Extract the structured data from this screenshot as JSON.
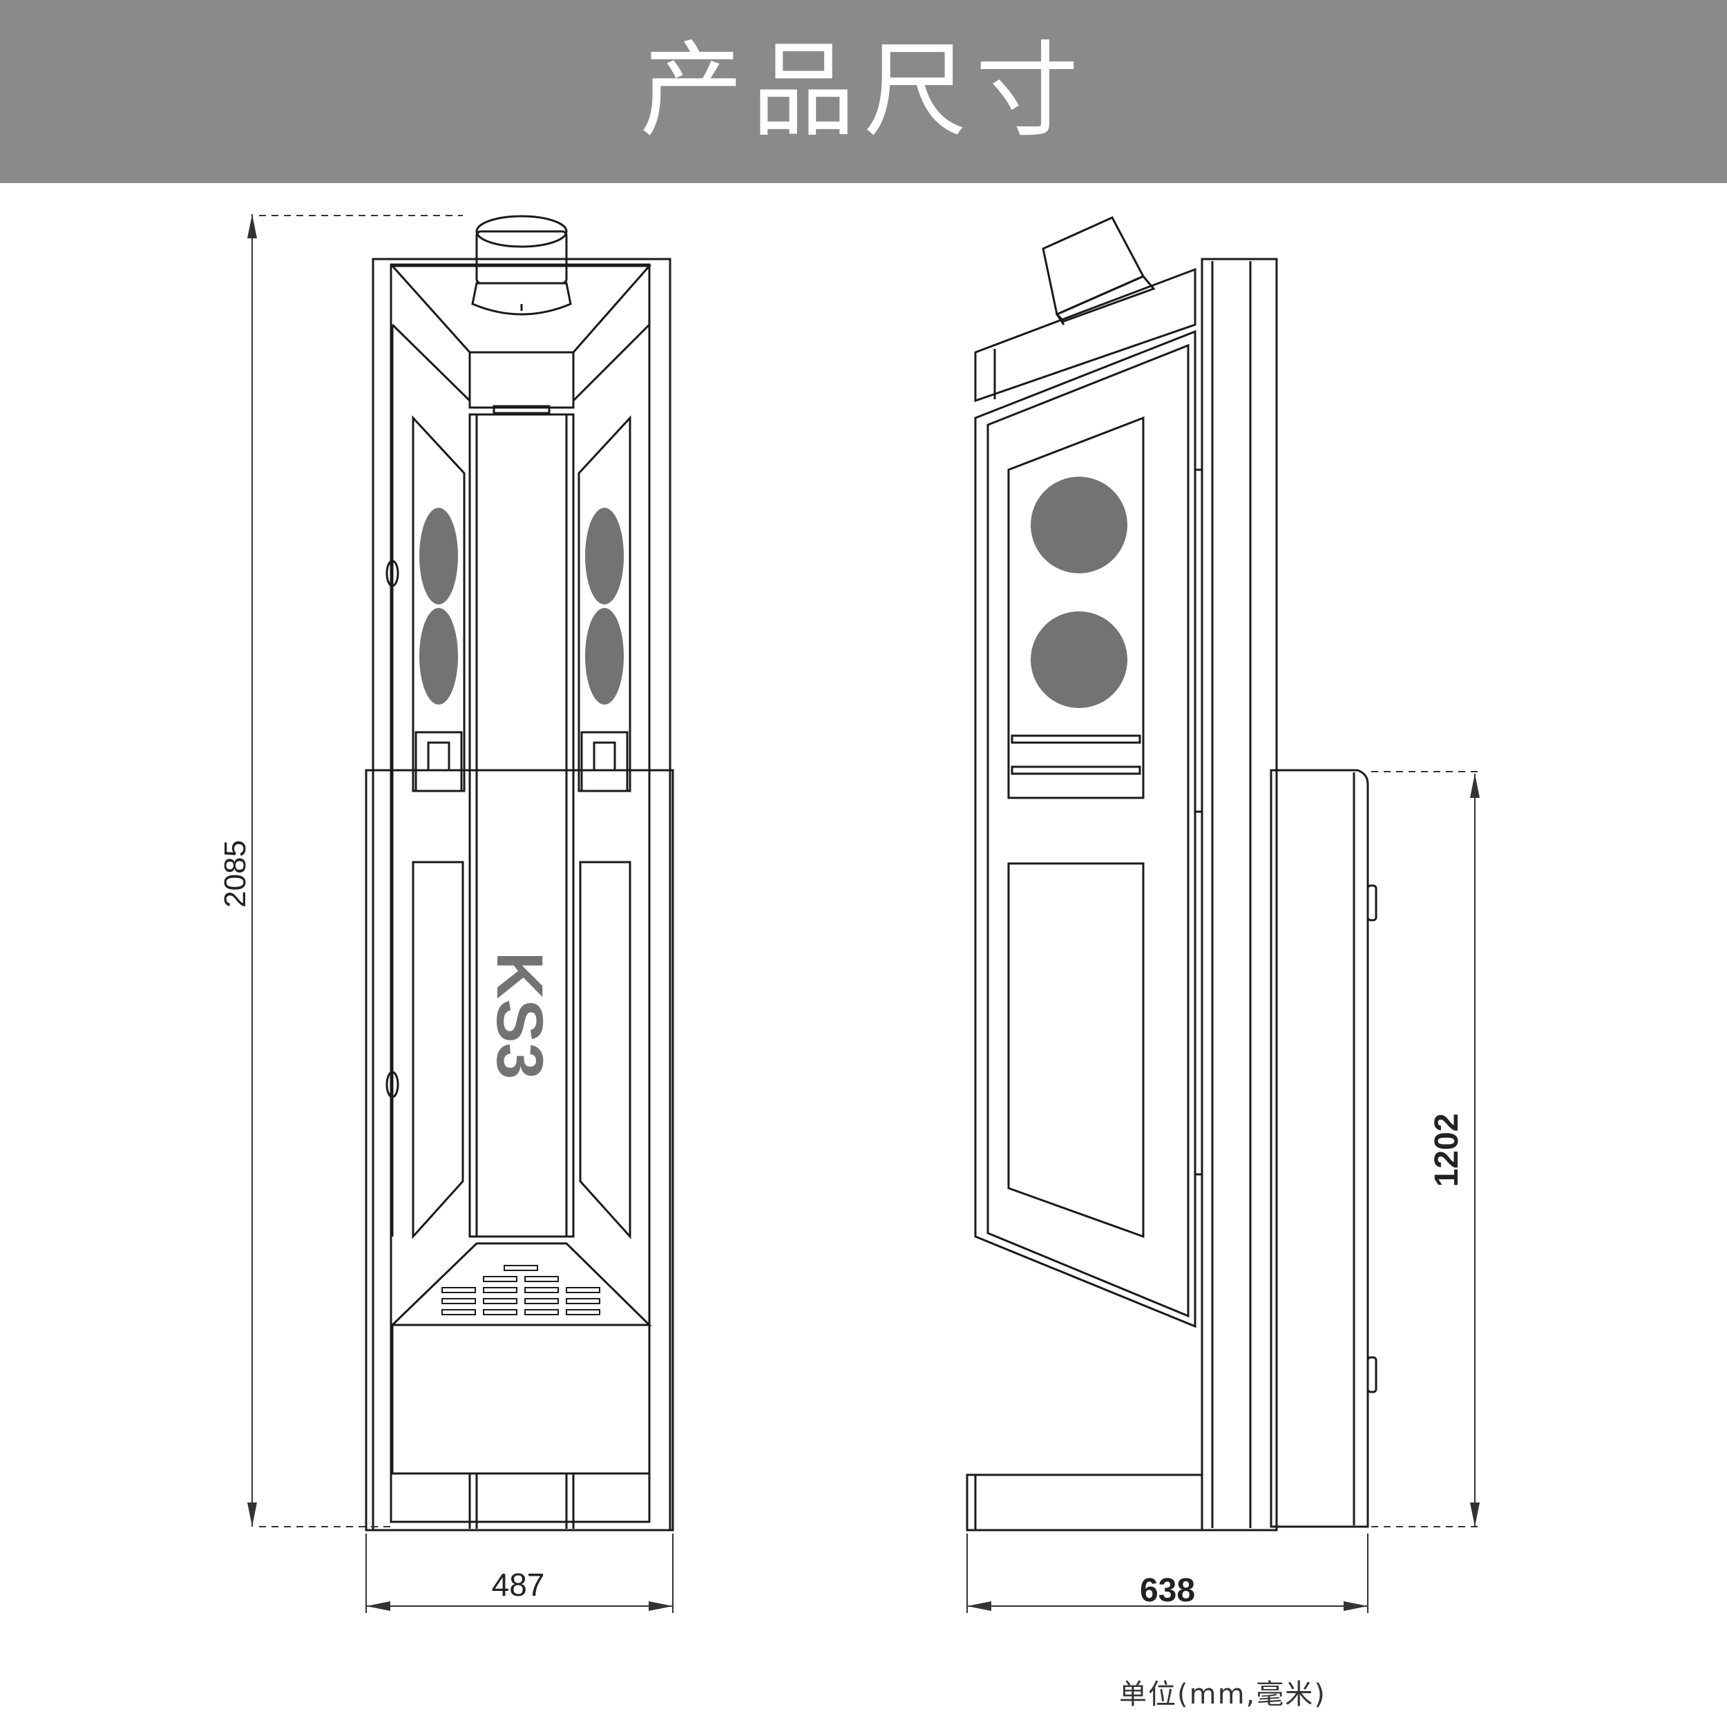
{
  "header": {
    "title": "产品尺寸"
  },
  "model_label": "KS3",
  "dimensions": {
    "front_height": "2085",
    "front_width": "487",
    "side_depth": "638",
    "side_height": "1202"
  },
  "unit_note": "单位(mm,毫米)",
  "colors": {
    "header_bg": "#8a8a8a",
    "header_text": "#ffffff",
    "fill_gray": "#737373",
    "line": "#1a1a1a"
  }
}
